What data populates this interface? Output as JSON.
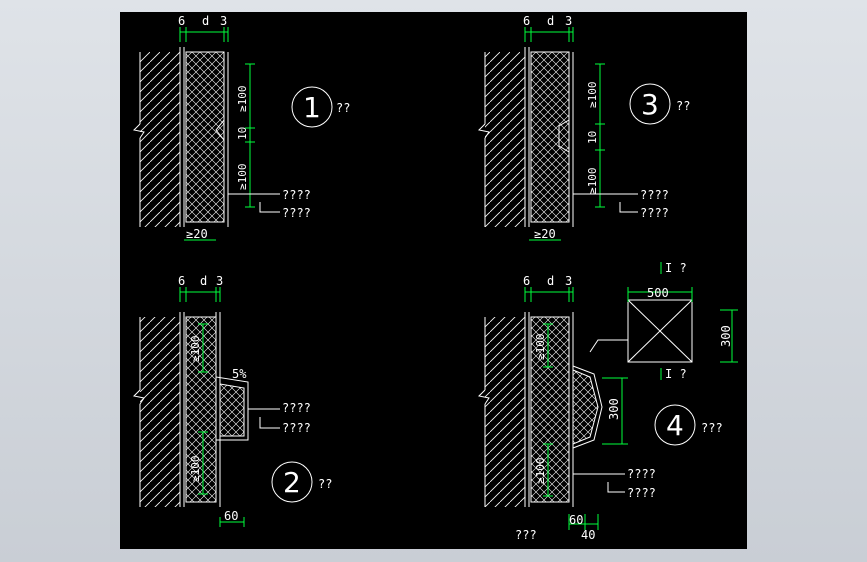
{
  "colors": {
    "background": "#000000",
    "line": "#ffffff",
    "dimension": "#00ff3c",
    "chrome": "#d3d7dc"
  },
  "detail1": {
    "dims_top": [
      "6",
      "d",
      "3"
    ],
    "dim_vertical": [
      "≥100",
      "10",
      "≥100"
    ],
    "dim_bottom": "≥20",
    "number": "1",
    "title": "??",
    "notes": [
      "????",
      "????"
    ]
  },
  "detail2": {
    "dims_top": [
      "6",
      "d",
      "3"
    ],
    "dim_vertical": [
      "≥100",
      "≥100"
    ],
    "slope": "5%",
    "dim_bottom": "60",
    "number": "2",
    "title": "??",
    "notes": [
      "????",
      "????"
    ]
  },
  "detail3": {
    "dims_top": [
      "6",
      "d",
      "3"
    ],
    "dim_vertical": [
      "≥100",
      "10",
      "≥100"
    ],
    "dim_bottom": "≥20",
    "number": "3",
    "title": "??",
    "notes": [
      "????",
      "????"
    ]
  },
  "detail4": {
    "dims_top": [
      "6",
      "d",
      "3"
    ],
    "dim_vertical": [
      "≥100",
      "≥100"
    ],
    "section_mark_top": "I ?",
    "section_mark_bottom": "I ?",
    "box_width": "500",
    "box_height": "300",
    "profile_height": "300",
    "dim_bottom": [
      "60",
      "40"
    ],
    "number": "4",
    "title": "???",
    "notes": [
      "????",
      "????"
    ],
    "footer": "???"
  }
}
